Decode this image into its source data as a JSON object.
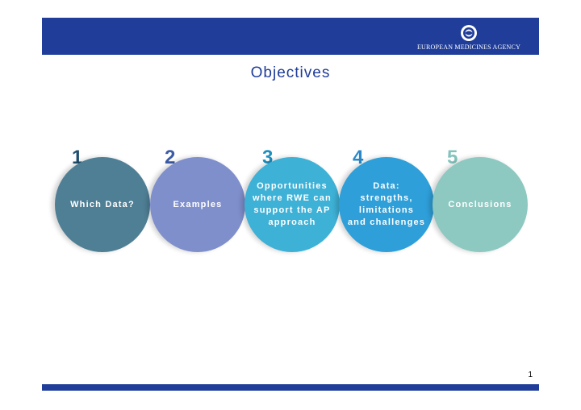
{
  "header": {
    "agency_name": "EUROPEAN MEDICINES AGENCY"
  },
  "slide": {
    "title": "Objectives",
    "page_number": "1"
  },
  "steps": [
    {
      "number": "1",
      "label": "Which Data?",
      "number_color": "#1f4e6e",
      "circle_color": "#4f7f95"
    },
    {
      "number": "2",
      "label": "Examples",
      "number_color": "#3b5ba7",
      "circle_color": "#7f8fcc"
    },
    {
      "number": "3",
      "label": "Opportunities\nwhere RWE can\nsupport the AP\napproach",
      "number_color": "#1b8fbf",
      "circle_color": "#3eb1d6"
    },
    {
      "number": "4",
      "label": "Data:\nstrengths,\nlimitations\nand challenges",
      "number_color": "#2a88c6",
      "circle_color": "#2e9fd9"
    },
    {
      "number": "5",
      "label": "Conclusions",
      "number_color": "#82c4bd",
      "circle_color": "#8dc9c1"
    }
  ],
  "colors": {
    "brand_blue": "#1f3d99"
  }
}
